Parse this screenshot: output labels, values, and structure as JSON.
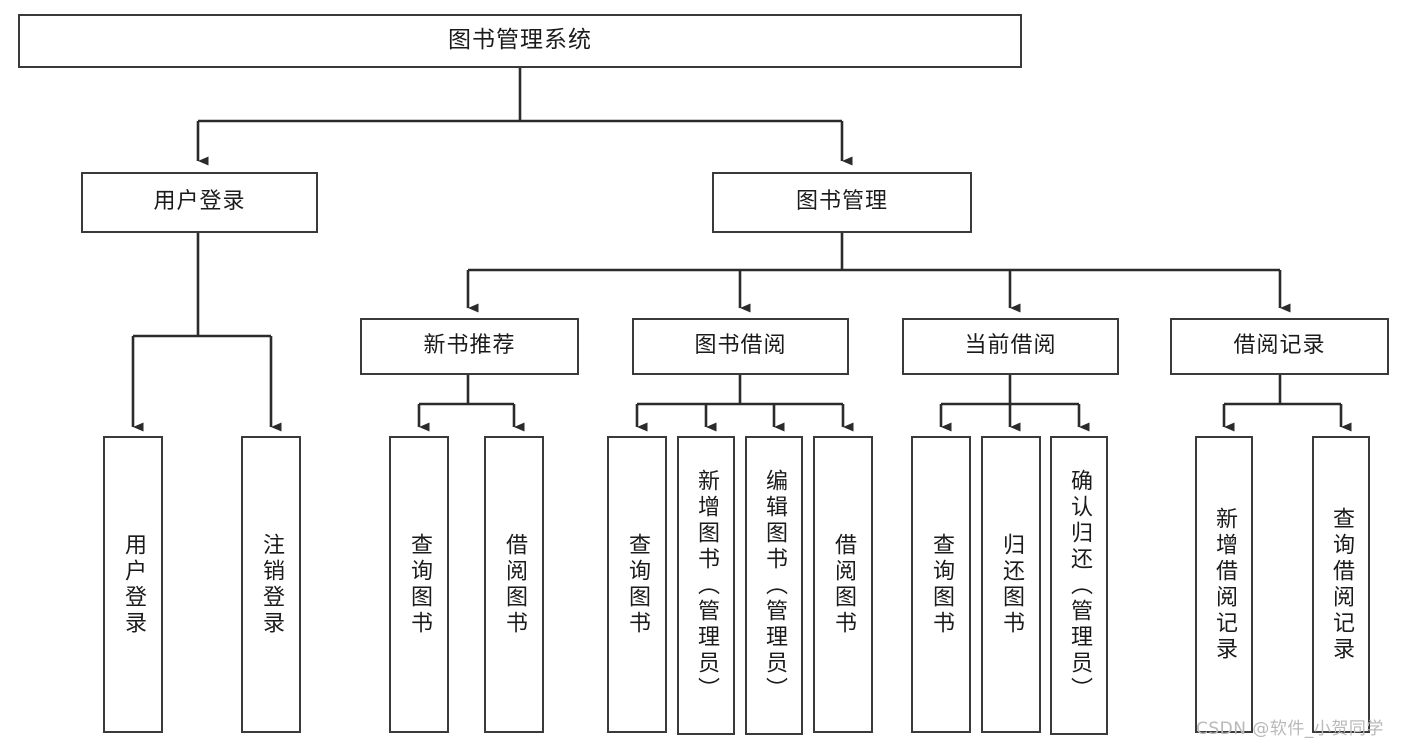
{
  "diagram": {
    "title": "图书管理系统",
    "type": "hierarchy-tree",
    "colors": {
      "box_border": "#3a3a3a",
      "box_fill": "#ffffff",
      "connector": "#2b2b2b",
      "text": "#1b1b1b",
      "watermark": "#b9b9b9"
    },
    "root": {
      "label": "图书管理系统"
    },
    "level1": [
      {
        "id": "user-login",
        "label": "用户登录"
      },
      {
        "id": "book-manage",
        "label": "图书管理"
      }
    ],
    "level2": [
      {
        "id": "new-book-rec",
        "label": "新书推荐",
        "parent": "book-manage"
      },
      {
        "id": "book-borrow",
        "label": "图书借阅",
        "parent": "book-manage"
      },
      {
        "id": "current-borrow",
        "label": "当前借阅",
        "parent": "book-manage"
      },
      {
        "id": "borrow-record",
        "label": "借阅记录",
        "parent": "book-manage"
      }
    ],
    "leaves": {
      "user-login": [
        {
          "id": "leaf-user-login",
          "label": "用户登录"
        },
        {
          "id": "leaf-user-logout",
          "label": "注销登录"
        }
      ],
      "new-book-rec": [
        {
          "id": "leaf-query-book-1",
          "label": "查询图书"
        },
        {
          "id": "leaf-borrow-book-1",
          "label": "借阅图书"
        }
      ],
      "book-borrow": [
        {
          "id": "leaf-query-book-2",
          "label": "查询图书"
        },
        {
          "id": "leaf-add-book",
          "label": "新增图书（管理员）"
        },
        {
          "id": "leaf-edit-book",
          "label": "编辑图书（管理员）"
        },
        {
          "id": "leaf-borrow-book-2",
          "label": "借阅图书"
        }
      ],
      "current-borrow": [
        {
          "id": "leaf-query-book-3",
          "label": "查询图书"
        },
        {
          "id": "leaf-return-book",
          "label": "归还图书"
        },
        {
          "id": "leaf-confirm-return",
          "label": "确认归还（管理员）"
        }
      ],
      "borrow-record": [
        {
          "id": "leaf-add-record",
          "label": "新增借阅记录"
        },
        {
          "id": "leaf-query-record",
          "label": "查询借阅记录"
        }
      ]
    },
    "watermark": "CSDN @软件_小贺同学"
  }
}
